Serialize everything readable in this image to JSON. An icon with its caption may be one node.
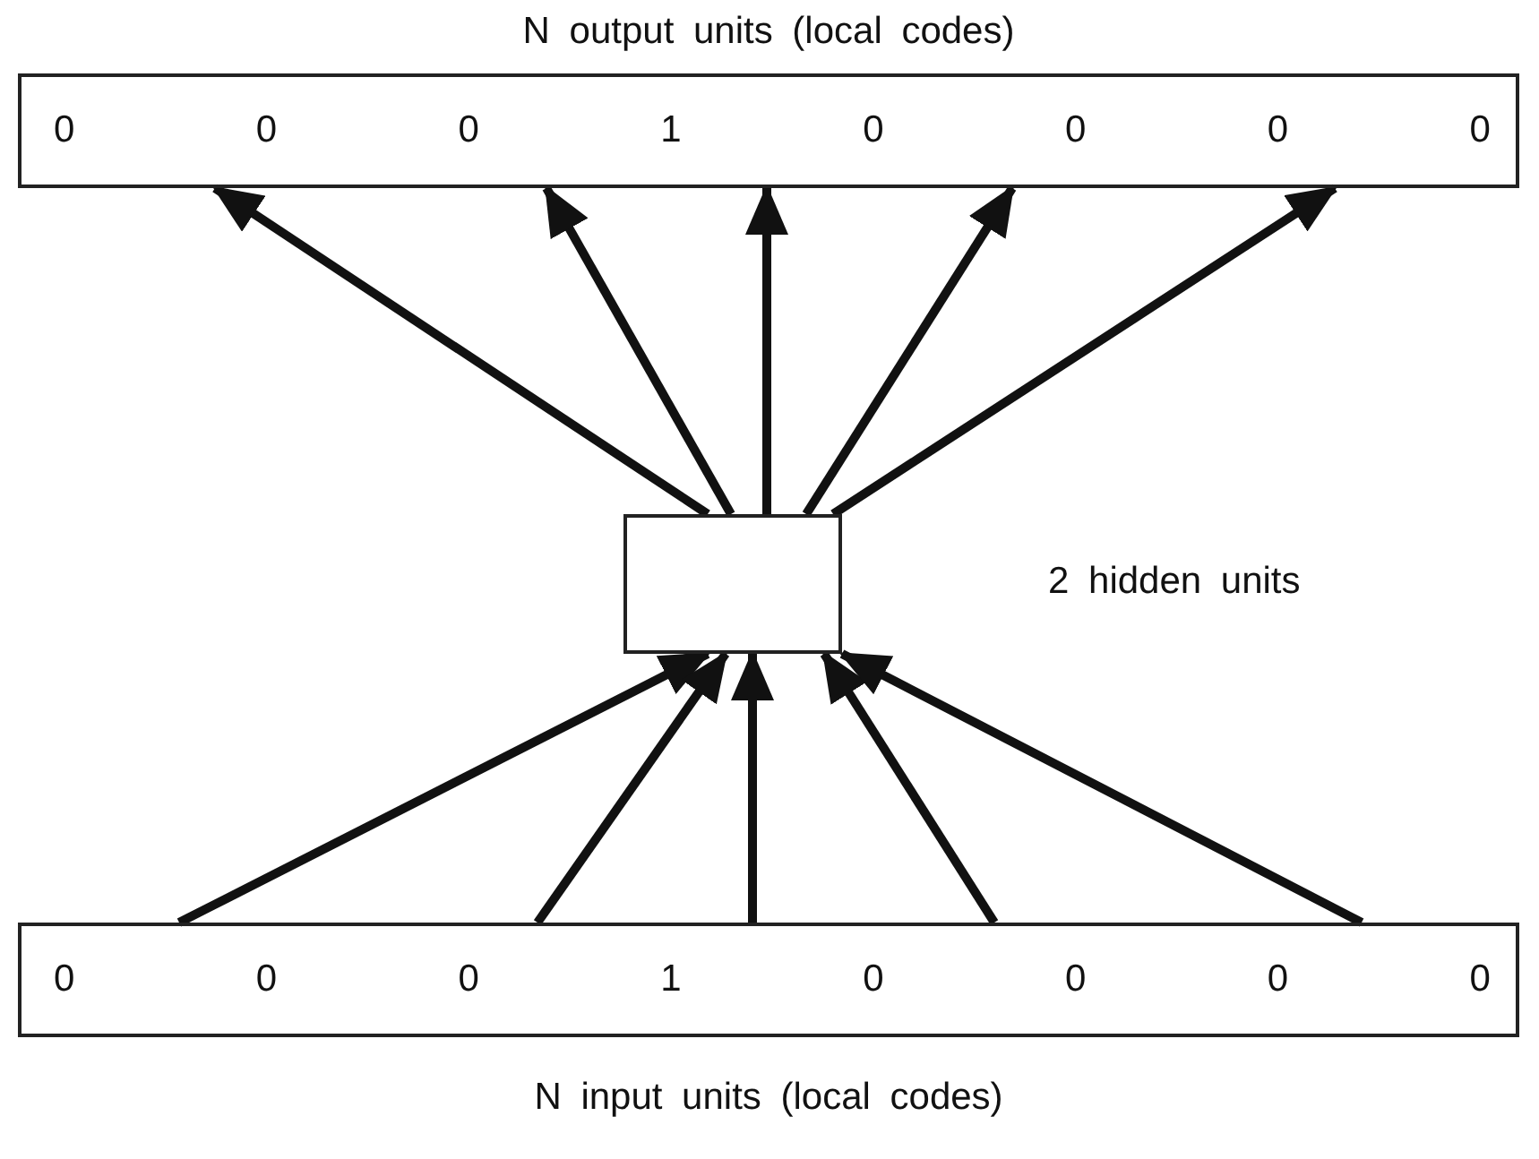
{
  "diagram": {
    "nodes": [
      {
        "text": [
          "N output units (local codes)",
          "0",
          "0",
          "0",
          "1",
          "0",
          "0",
          "0",
          "0"
        ]
      },
      {
        "text": [],
        "shape": "box"
      },
      {
        "text": [
          "0",
          "0",
          "0",
          "1",
          "0",
          "0",
          "0",
          "0",
          "N input units (local codes)"
        ]
      }
    ],
    "edges": [
      {
        "from": 1,
        "to": 0,
        "arrow": "to"
      },
      {
        "from": 1,
        "to": 0,
        "arrow": "to"
      },
      {
        "from": 1,
        "to": 0,
        "arrow": "to"
      },
      {
        "from": 1,
        "to": 0,
        "arrow": "to"
      },
      {
        "from": 1,
        "to": 0,
        "arrow": "to"
      },
      {
        "from": 2,
        "to": 1,
        "arrow": "to"
      },
      {
        "from": 2,
        "to": 1,
        "arrow": "to"
      },
      {
        "from": 2,
        "to": 1,
        "arrow": "to"
      },
      {
        "from": 2,
        "to": 1,
        "arrow": "to"
      },
      {
        "from": 2,
        "to": 1,
        "arrow": "to"
      }
    ],
    "labels": [
      "2 hidden units"
    ]
  }
}
